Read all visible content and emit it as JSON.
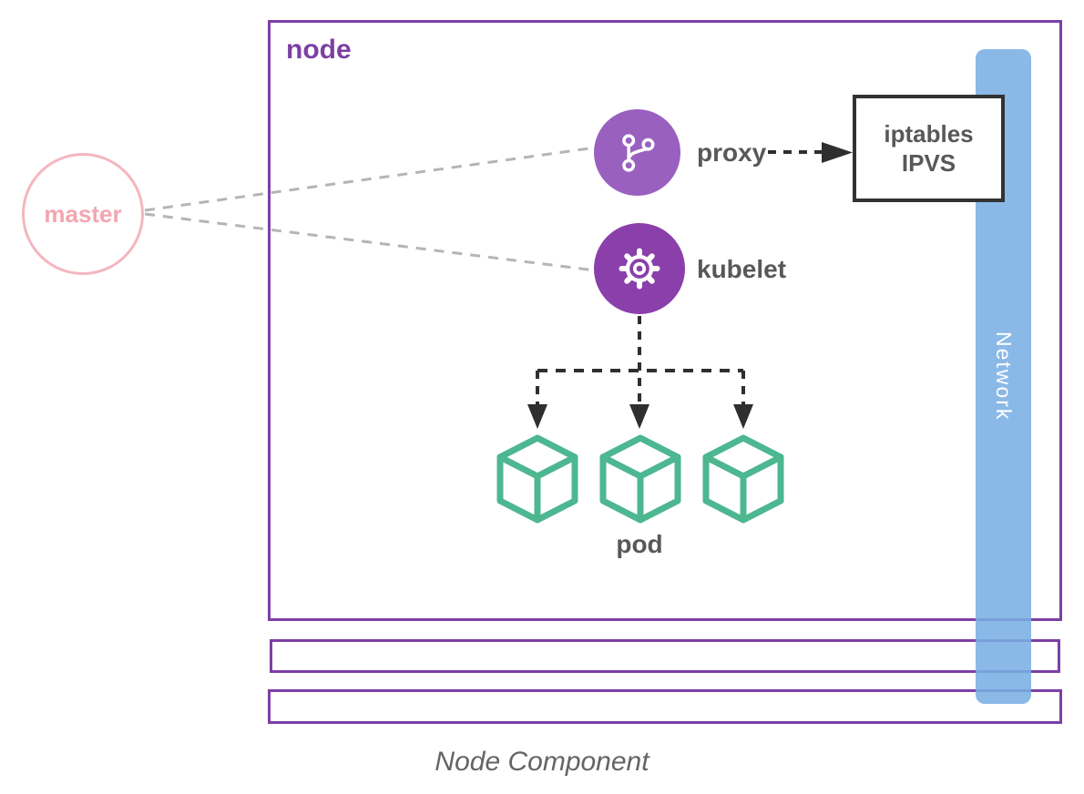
{
  "diagram": {
    "node_label": "node",
    "master_label": "master",
    "proxy_label": "proxy",
    "kubelet_label": "kubelet",
    "iptables_box": {
      "line1": "iptables",
      "line2": "IPVS"
    },
    "pod_label": "pod",
    "pod_count": 3,
    "network_label": "Network",
    "caption": "Node Component",
    "icons": {
      "proxy": "git-branch-icon",
      "kubelet": "gear-icon",
      "pod": "cube-icon"
    },
    "colors": {
      "node_border_purple": "#7d3fa4",
      "master_pink": "#f2a6b0",
      "master_border_pink": "#f4b6bf",
      "proxy_purple": "#9a60c0",
      "kubelet_purple": "#8a3fab",
      "pod_green": "#4cb791",
      "network_blue": "#79afe3",
      "label_gray": "#58585b",
      "iptables_border": "#333333",
      "connector_gray": "#b5b5b5",
      "connector_dark": "#2f2f2f",
      "caption_gray": "#646464"
    },
    "connections": [
      {
        "from": "master",
        "to": "proxy",
        "style": "dashed-gray"
      },
      {
        "from": "master",
        "to": "kubelet",
        "style": "dashed-gray"
      },
      {
        "from": "proxy",
        "to": "iptables-box",
        "style": "dashed-black-arrow"
      },
      {
        "from": "kubelet",
        "to": "pods",
        "style": "dashed-black-arrows"
      }
    ]
  }
}
